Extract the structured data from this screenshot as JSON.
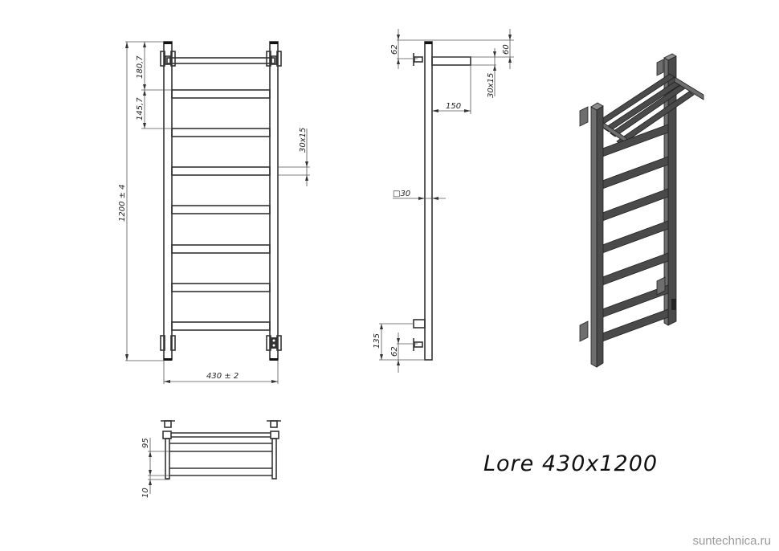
{
  "title": "Lore 430x1200",
  "watermark": "suntechnica.ru",
  "front_view": {
    "dimensions": {
      "overall_height": "1200 ± 4",
      "top_offset": "180,7",
      "rung_pitch": "145,7",
      "rung_profile": "30x15",
      "overall_width": "430 ± 2"
    },
    "rung_count": 7
  },
  "side_view": {
    "dimensions": {
      "top_mount_offset": "62",
      "top_shelf_offset": "60",
      "shelf_profile": "30x15",
      "shelf_depth": "150",
      "stile_profile": "□30",
      "bottom_connection": "135",
      "bottom_mount_offset": "62"
    }
  },
  "top_view": {
    "dimensions": {
      "shelf_spacing": "95",
      "bar_offset": "10"
    }
  },
  "iso_view": {
    "label": "isometric-render"
  },
  "colors": {
    "line": "#333333",
    "render_dark": "#4a4a4a",
    "watermark": "#9a9a9a"
  }
}
